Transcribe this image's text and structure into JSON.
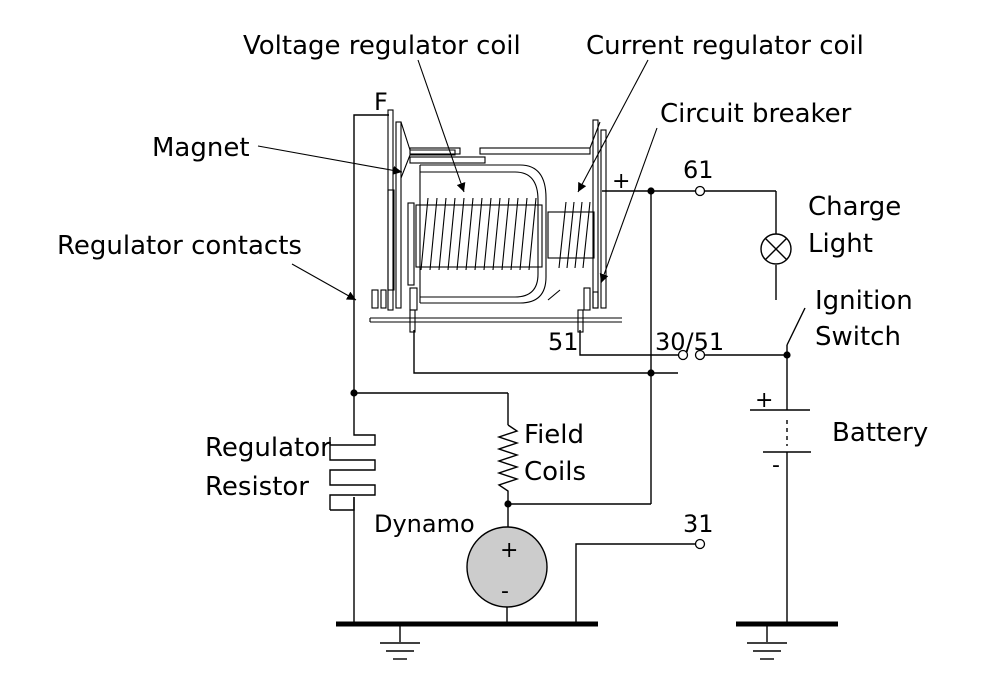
{
  "labels": {
    "voltage_regulator_coil": "Voltage regulator coil",
    "current_regulator_coil": "Current regulator coil",
    "circuit_breaker": "Circuit breaker",
    "magnet": "Magnet",
    "regulator_contacts": "Regulator contacts",
    "terminal_f": "F",
    "plus_sign": "+",
    "terminal_61": "61",
    "charge_light_line1": "Charge",
    "charge_light_line2": "Light",
    "ignition_switch_line1": "Ignition",
    "ignition_switch_line2": "Switch",
    "terminal_51": "51",
    "terminal_30_51": "30/51",
    "battery_plus": "+",
    "battery_minus": "-",
    "battery": "Battery",
    "regulator_resistor_line1": "Regulator",
    "regulator_resistor_line2": "Resistor",
    "field_coils_line1": "Field",
    "field_coils_line2": "Coils",
    "dynamo": "Dynamo",
    "dynamo_plus": "+",
    "dynamo_minus": "-",
    "terminal_31": "31"
  },
  "colors": {
    "line": "#000000",
    "dynamo_fill": "#cccccc",
    "background": "#ffffff"
  }
}
